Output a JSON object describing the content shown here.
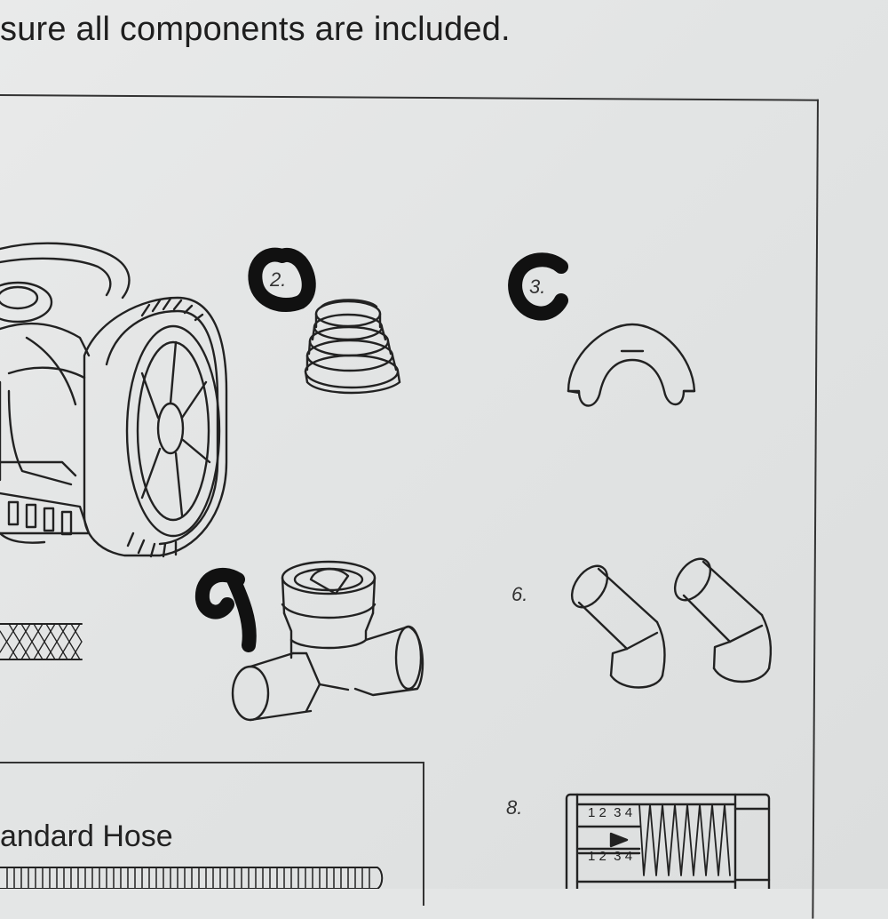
{
  "heading": "sure all components are included.",
  "parts": [
    {
      "number": "2.",
      "name": "cone-adapter"
    },
    {
      "number": "3.",
      "name": "clip"
    },
    {
      "number": "6.",
      "name": "elbow-connectors"
    },
    {
      "number": "8.",
      "name": "regulator-valve"
    }
  ],
  "regulator_scale": {
    "top": "1 2  3 4",
    "bottom": "1 2  3 4"
  },
  "hose_box": {
    "label": "andard Hose"
  },
  "icons": [
    "robot-cleaner-icon",
    "cone-adapter-icon",
    "clip-icon",
    "tee-valve-icon",
    "elbow-icon",
    "regulator-icon",
    "hose-mesh-icon"
  ],
  "colors": {
    "paper": "#e4e6e6",
    "ink": "#222222",
    "marker": "#111111"
  }
}
